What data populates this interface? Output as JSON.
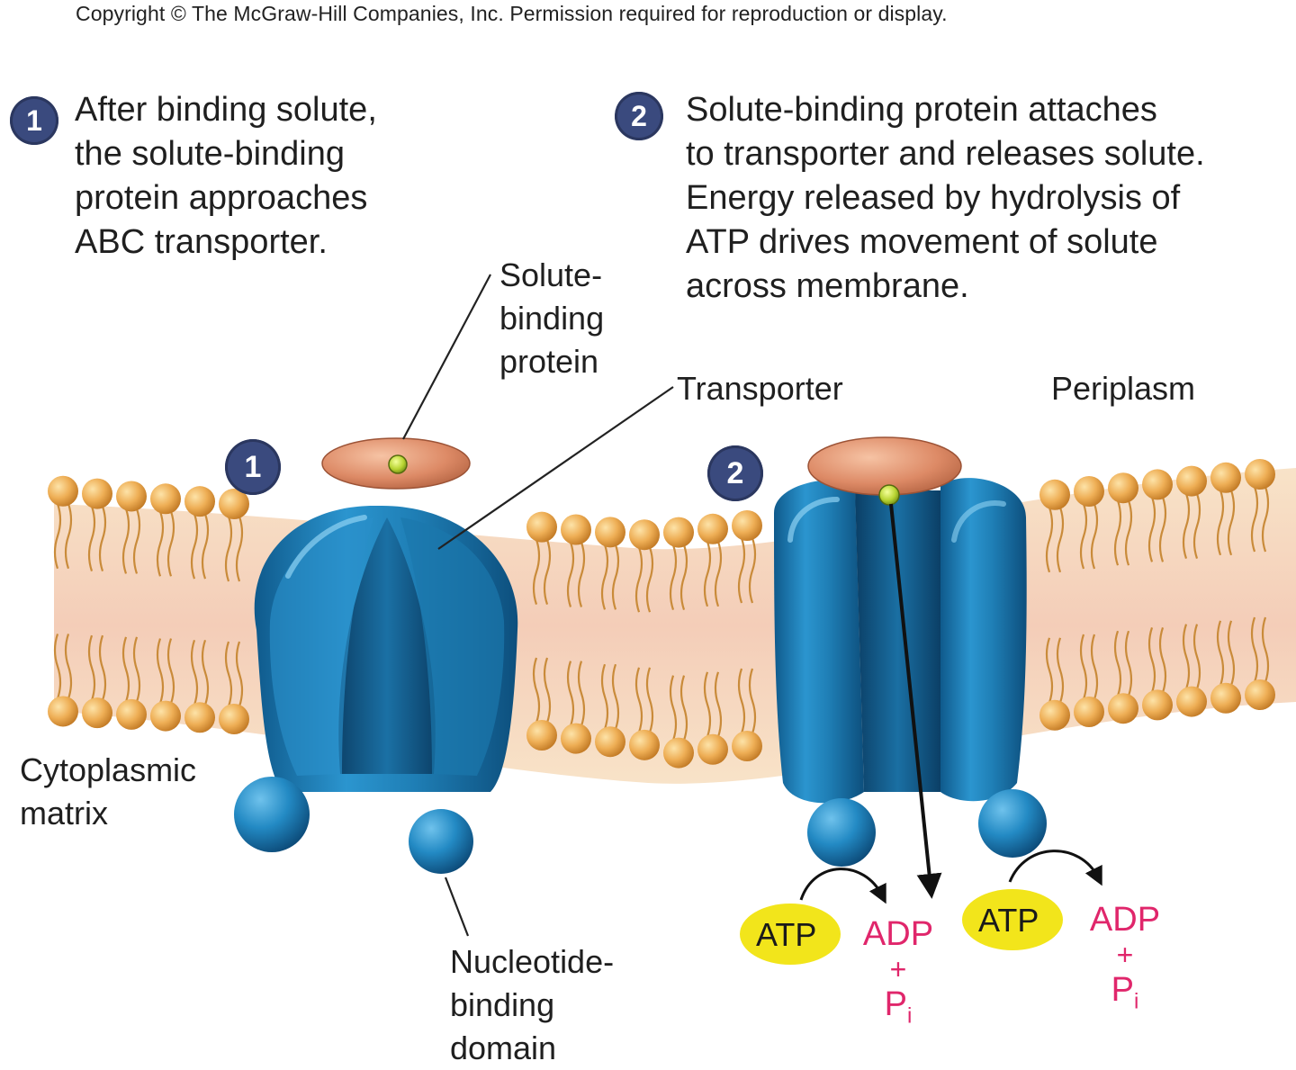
{
  "copyright": "Copyright © The McGraw-Hill Companies, Inc. Permission required for reproduction or display.",
  "steps": [
    {
      "number": "1",
      "lines": [
        "After binding solute,",
        "the solute-binding",
        "protein approaches",
        "ABC transporter."
      ]
    },
    {
      "number": "2",
      "lines": [
        "Solute-binding protein attaches",
        "to transporter and releases solute.",
        "Energy released by hydrolysis of",
        "ATP drives movement of solute",
        "across membrane."
      ]
    }
  ],
  "labels": {
    "solute_binding_protein": [
      "Solute-",
      "binding",
      "protein"
    ],
    "transporter": "Transporter",
    "periplasm": "Periplasm",
    "cytoplasmic_matrix": [
      "Cytoplasmic",
      "matrix"
    ],
    "nucleotide_binding_domain": [
      "Nucleotide-",
      "binding",
      "domain"
    ]
  },
  "reaction": {
    "atp": "ATP",
    "adp": "ADP",
    "plus": "+",
    "pi": "P",
    "pi_subscript": "i"
  },
  "colors": {
    "badge": "#3a4a7e",
    "transporter": "#1f7fb6",
    "binding_protein": "#d98766",
    "solute": "#b8d432",
    "lipid_head": "#e9a94f",
    "atp_fill": "#f2e51b",
    "adp_text": "#e0266b"
  }
}
